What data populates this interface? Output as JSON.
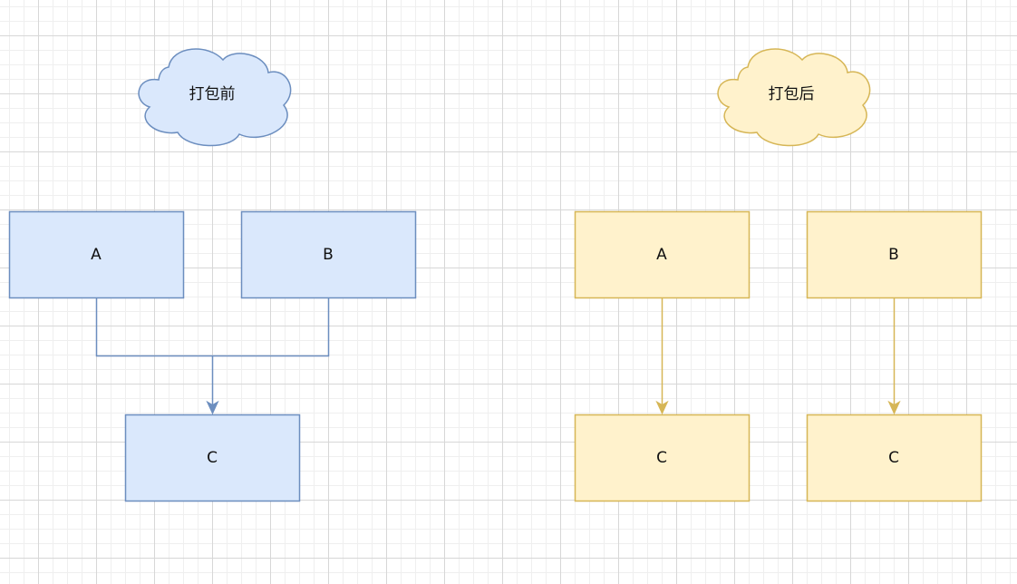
{
  "before": {
    "title": "打包前",
    "node_a": "A",
    "node_b": "B",
    "node_c": "C"
  },
  "after": {
    "title": "打包后",
    "node_a": "A",
    "node_b": "B",
    "node_c_left": "C",
    "node_c_right": "C"
  },
  "colors": {
    "before_fill": "#dae8fc",
    "before_stroke": "#6c8ebf",
    "after_fill": "#fff2cc",
    "after_stroke": "#d6b656"
  }
}
